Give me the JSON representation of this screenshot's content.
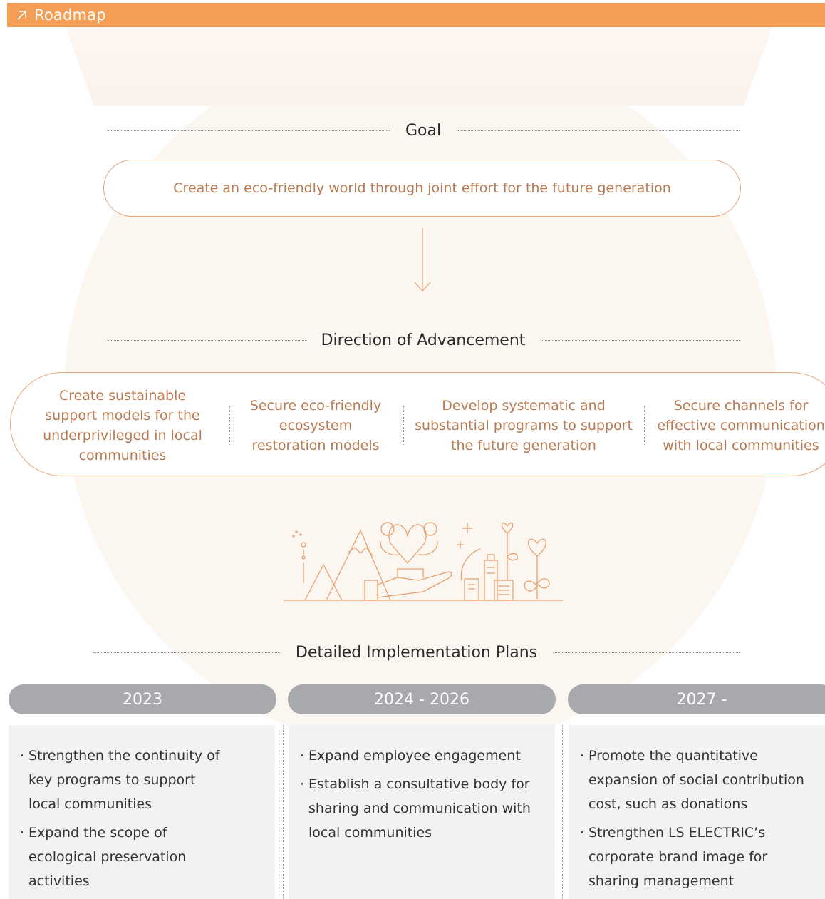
{
  "header": {
    "title": "Roadmap",
    "icon": "arrow-up-right-icon",
    "color": "#f39d55"
  },
  "goal": {
    "heading": "Goal",
    "text": "Create an eco-friendly world through joint effort for the future generation"
  },
  "direction": {
    "heading": "Direction of Advancement",
    "items": [
      "Create sustainable support models for the underprivileged in local communities",
      "Secure eco-friendly ecosystem restoration models",
      "Develop systematic and substantial programs to support the future generation",
      "Secure channels for effective communication with local communities"
    ]
  },
  "illustration": {
    "icon": "community-ecology-illustration"
  },
  "plans": {
    "heading": "Detailed Implementation Plans",
    "columns": [
      {
        "year": "2023",
        "items": [
          "Strengthen the continuity of key programs to support local communities",
          "Expand the scope of ecological preservation activities"
        ]
      },
      {
        "year": "2024 - 2026",
        "items": [
          "Expand employee engagement",
          "Establish a consultative body for sharing and communication with local communities"
        ]
      },
      {
        "year": "2027 -",
        "items": [
          "Promote the quantitative expansion of social contribution cost, such as donations",
          "Strengthen LS ELECTRIC’s corporate brand image for sharing management"
        ]
      }
    ]
  },
  "colors": {
    "accent": "#f39d55",
    "pill_border": "#e7a578",
    "pill_text": "#b77a52",
    "year_pill": "#a7a9ac",
    "plan_bg": "#f1f2f4"
  }
}
